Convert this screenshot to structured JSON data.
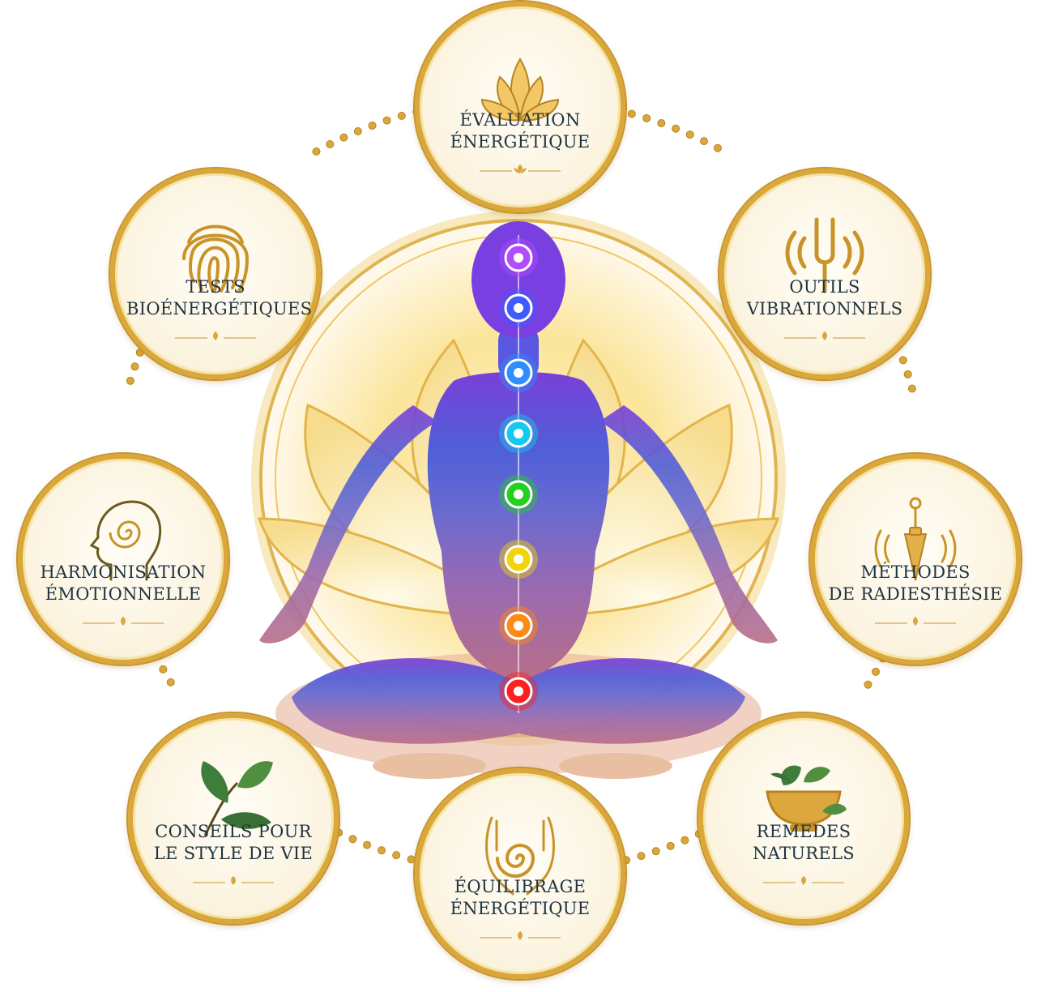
{
  "center": {
    "figure_icon": "meditating-figure-with-chakras-icon",
    "chakra_colors": [
      "#b24cff",
      "#3f5bff",
      "#2f8dff",
      "#14c9f0",
      "#22d21f",
      "#f2d40a",
      "#ff8a14",
      "#ff1f1f"
    ]
  },
  "nodes": [
    {
      "id": "evaluation",
      "icon": "lotus-icon",
      "label": "Évaluation\nénergétique"
    },
    {
      "id": "outils",
      "icon": "tuning-fork-icon",
      "label": "Outils\nvibrationnels"
    },
    {
      "id": "radiesthesie",
      "icon": "pendulum-icon",
      "label": "Méthodes\nde radiesthésie"
    },
    {
      "id": "remedes",
      "icon": "herbal-bowl-icon",
      "label": "Remedes\nnaturels"
    },
    {
      "id": "equilibrage",
      "icon": "healing-hands-icon",
      "label": "Équilibrage\nénergétique"
    },
    {
      "id": "conseils",
      "icon": "leaves-icon",
      "label": "Conseils pour\nle style de vie"
    },
    {
      "id": "harmonisation",
      "icon": "head-spiral-icon",
      "label": "Harmonisation\némotionnelle"
    },
    {
      "id": "tests",
      "icon": "fingerprint-icon",
      "label": "Tests\nbioénergétiques"
    }
  ],
  "colors": {
    "gold": "#d9a73a",
    "gold_dark": "#b8831f",
    "text": "#1f3340"
  }
}
